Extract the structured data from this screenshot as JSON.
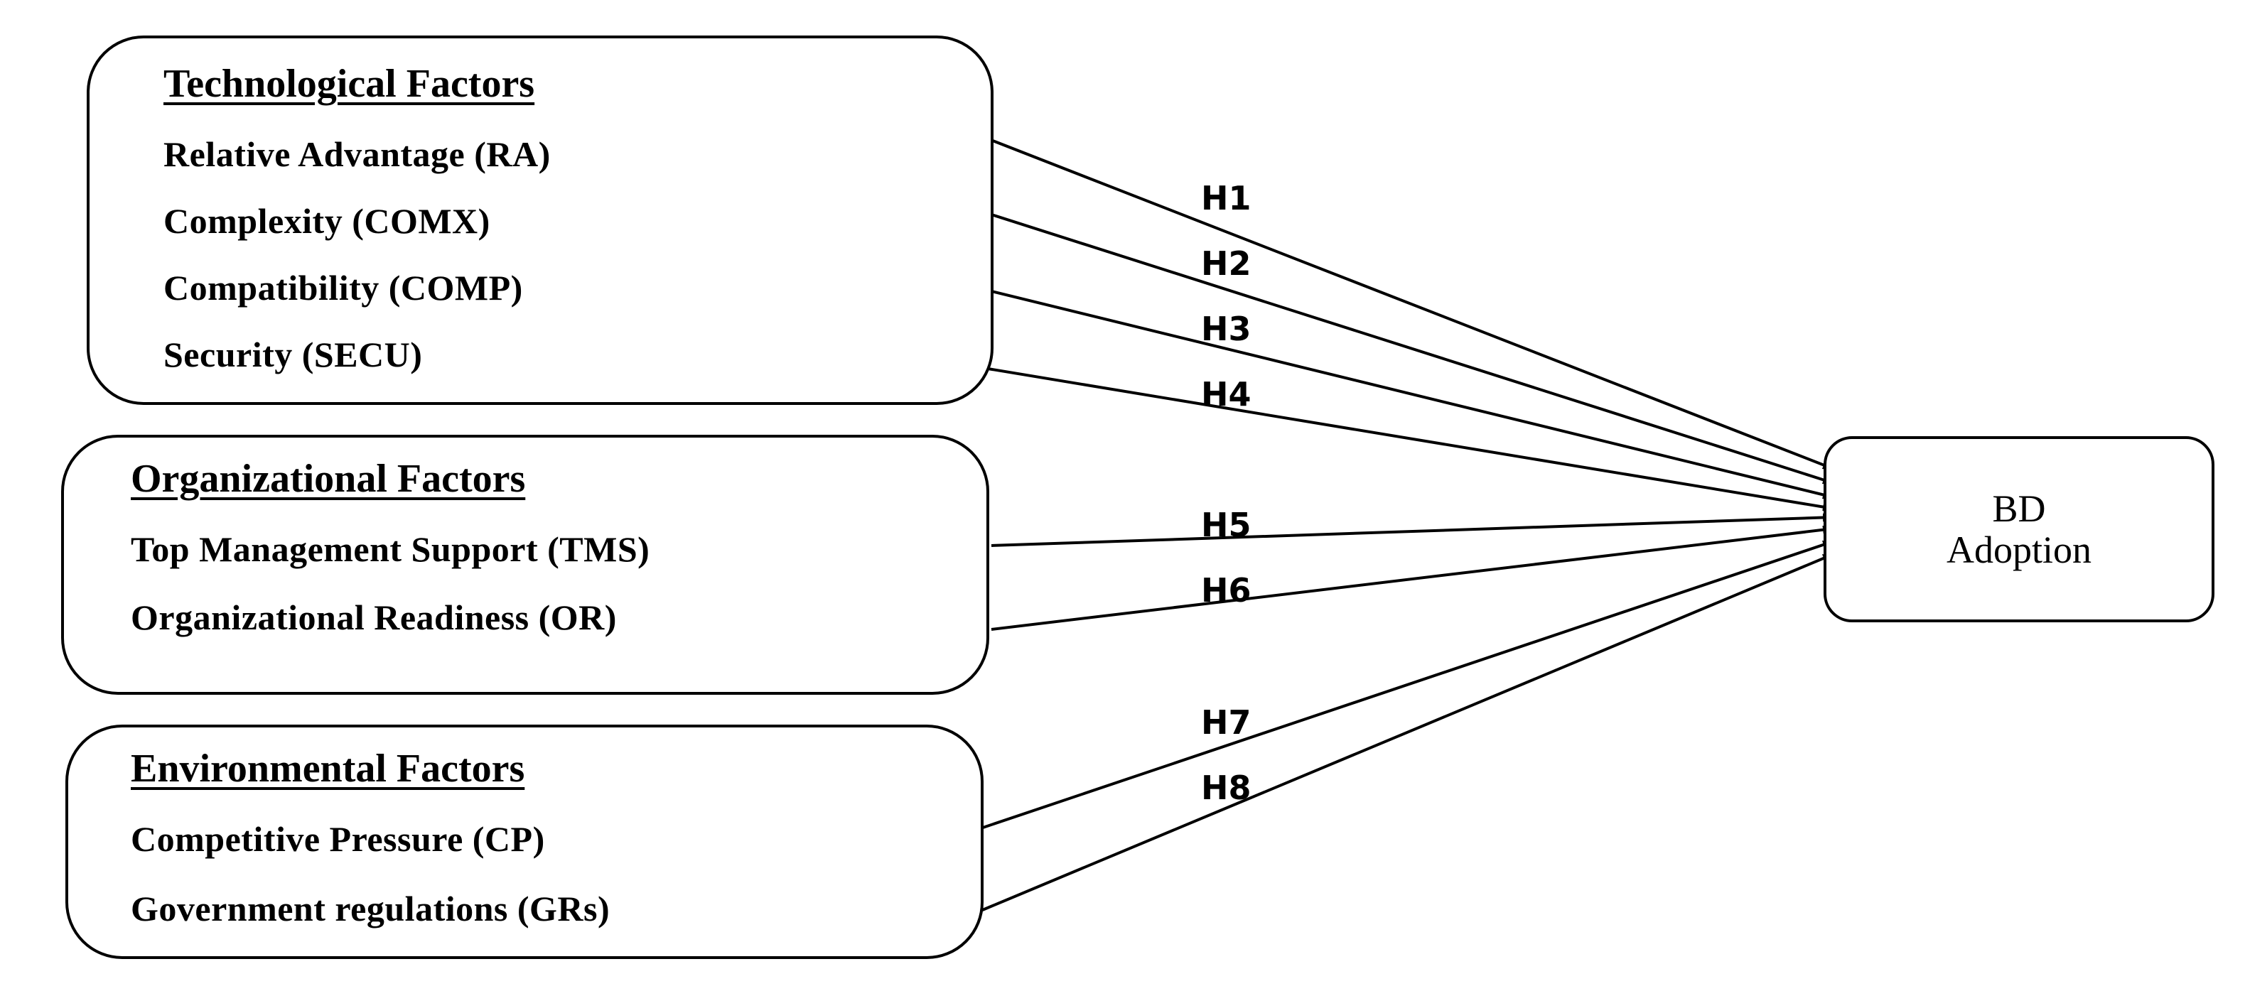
{
  "groups": [
    {
      "title": "Technological Factors",
      "items": [
        "Relative Advantage (RA)",
        "Complexity (COMX)",
        "Compatibility (COMP)",
        "Security (SECU)"
      ]
    },
    {
      "title": "Organizational Factors",
      "items": [
        "Top Management Support (TMS)",
        "Organizational Readiness (OR)"
      ]
    },
    {
      "title": "Environmental Factors",
      "items": [
        "Competitive Pressure (CP)",
        "Government regulations (GRs)"
      ]
    }
  ],
  "outcome": {
    "label": "BD\nAdoption"
  },
  "hypotheses": [
    "H1",
    "H2",
    "H3",
    "H4",
    "H5",
    "H6",
    "H7",
    "H8"
  ]
}
